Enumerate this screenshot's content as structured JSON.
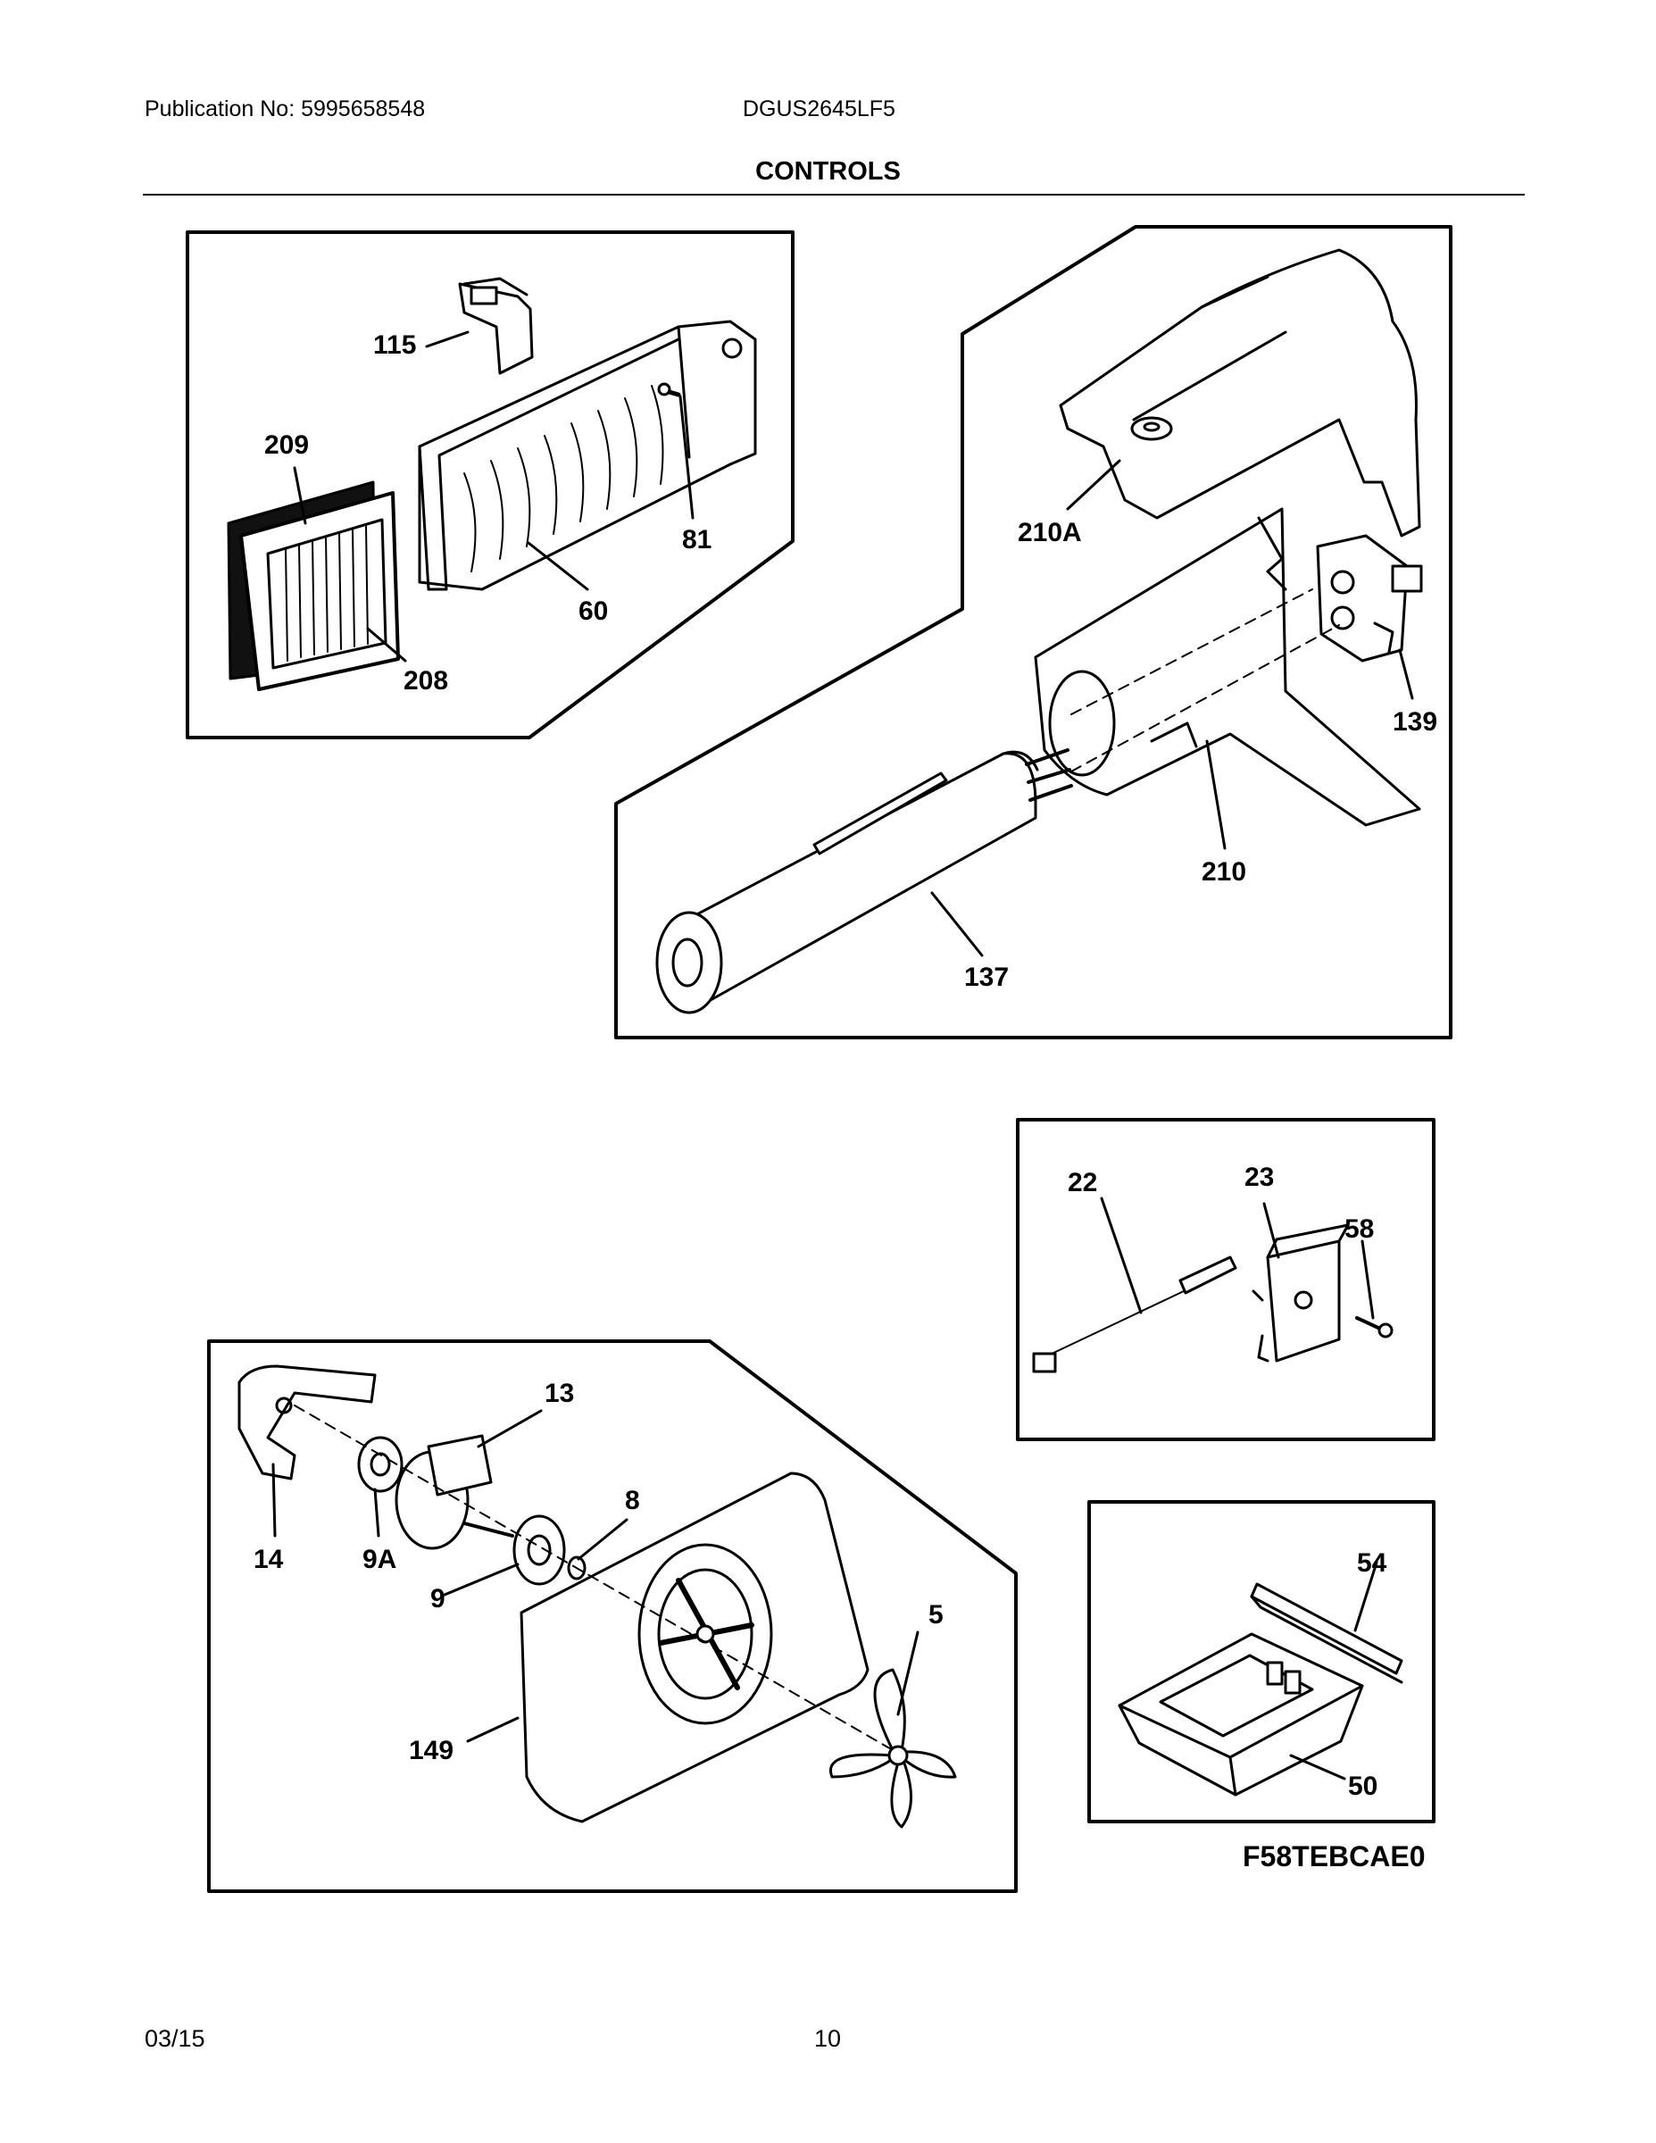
{
  "header": {
    "publication": "Publication No: 5995658548",
    "model": "DGUS2645LF5",
    "section_title": "CONTROLS"
  },
  "footer": {
    "date": "03/15",
    "page_number": "10"
  },
  "figure_code": "F58TEBCAE0",
  "callouts": {
    "c115": "115",
    "c209": "209",
    "c81": "81",
    "c60": "60",
    "c208": "208",
    "c210A": "210A",
    "c139": "139",
    "c210": "210",
    "c137": "137",
    "c22": "22",
    "c23": "23",
    "c58": "58",
    "c13": "13",
    "c8": "8",
    "c14": "14",
    "c9A": "9A",
    "c9": "9",
    "c5": "5",
    "c149": "149",
    "c54": "54",
    "c50": "50"
  }
}
